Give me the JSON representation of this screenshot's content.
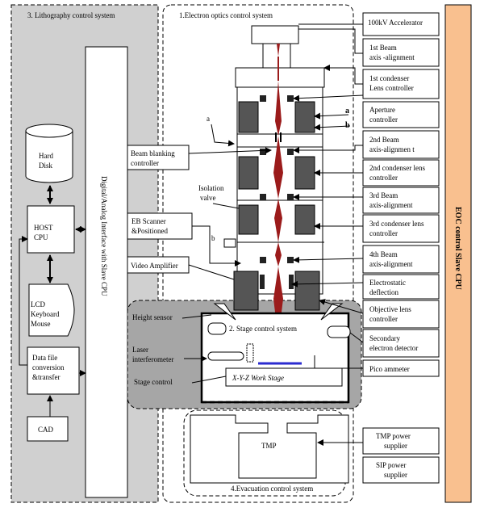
{
  "systems": {
    "lithography": "3. Lithography control system",
    "electron_optics": "1.Electron optics control system",
    "stage": "2. Stage control system",
    "evacuation": "4.Evacuation control system"
  },
  "left_panel": {
    "hard_disk": [
      "Hard",
      "Disk"
    ],
    "host_cpu": [
      "HOST",
      "CPU"
    ],
    "lcd": [
      "LCD",
      "Keyboard",
      "Mouse"
    ],
    "data_file": [
      "Data file",
      "conversion",
      "&transfer"
    ],
    "cad": "CAD",
    "interface": "Digital/Analog Interface with Slave CPU"
  },
  "controllers_left": {
    "beam_blanking": [
      "Beam blanking",
      "controller"
    ],
    "isolation_valve": [
      "Isolation",
      "valve"
    ],
    "eb_scanner": [
      "EB Scanner",
      "&Positioned"
    ],
    "video_amp": "Video Amplifier",
    "height_sensor": "Height sensor",
    "laser": [
      "Laser",
      "interferometer"
    ],
    "stage_control": "Stage control",
    "work_stage": "X-Y-Z Work Stage",
    "tmp": "TMP"
  },
  "markers": {
    "a": "a",
    "b": "b"
  },
  "right_boxes": {
    "accelerator": "100kV Accelerator",
    "beam_align_1": [
      "1st Beam",
      "axis -alignment"
    ],
    "condenser_1": [
      "1st condenser",
      "Lens controller"
    ],
    "aperture": [
      "Aperture",
      "controller"
    ],
    "beam_align_2": [
      "2nd Beam",
      "axis-alignmen t"
    ],
    "condenser_2": [
      "2nd condenser lens",
      "controller"
    ],
    "beam_align_3": [
      "3rd Beam",
      "axis-alignment"
    ],
    "condenser_3": [
      "3rd condenser lens",
      "controller"
    ],
    "beam_align_4": [
      "4th Beam",
      "axis-alignment"
    ],
    "electrostatic": [
      "Electrostatic",
      "deflection"
    ],
    "objective": [
      "Objective lens",
      "controller"
    ],
    "secondary": [
      "Secondary",
      "electron detector"
    ],
    "pico": "Pico ammeter",
    "tmp_power": [
      "TMP power",
      "supplier"
    ],
    "sip_power": [
      "SIP power",
      "supplier"
    ]
  },
  "eoc_cpu": "EOC control Slave CPU",
  "colors": {
    "panel_gray": "#d0d0d0",
    "stage_gray": "#a6a6a6",
    "eoc_orange": "#f9c08f",
    "beam_red": "#9b1b1b",
    "lens_dark": "#555555",
    "wafer_blue": "#2b2bd0"
  }
}
